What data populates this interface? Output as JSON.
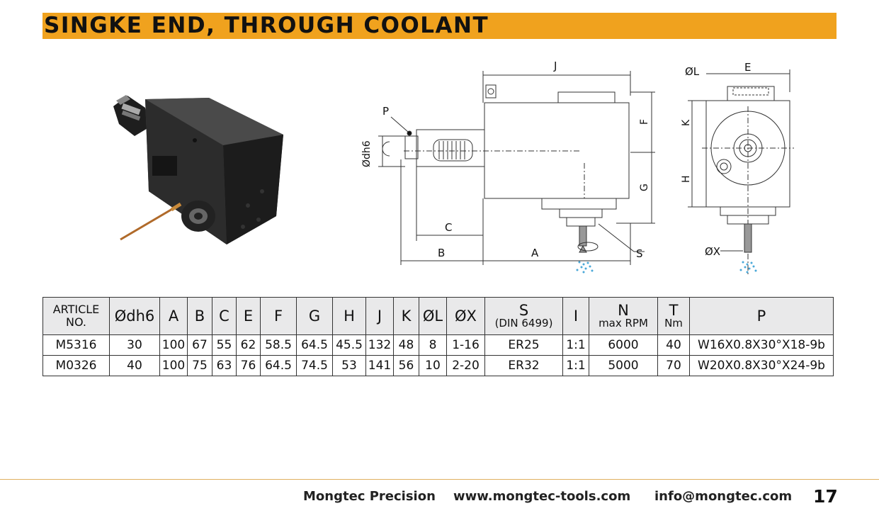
{
  "header": {
    "title": "SINGKE END, THROUGH COOLANT"
  },
  "drawing": {
    "labels": {
      "J": "J",
      "P": "P",
      "F": "F",
      "G": "G",
      "dh6": "Ødh6",
      "C": "C",
      "B": "B",
      "A": "A",
      "S": "S",
      "L": "ØL",
      "E": "E",
      "K": "K",
      "H": "H",
      "X": "ØX"
    }
  },
  "table": {
    "headers": {
      "article_1": "ARTICLE",
      "article_2": "NO.",
      "dh6": "Ødh6",
      "a": "A",
      "b": "B",
      "c": "C",
      "e": "E",
      "f": "F",
      "g": "G",
      "h": "H",
      "j": "J",
      "k": "K",
      "l": "ØL",
      "x": "ØX",
      "s_1": "S",
      "s_2": "(DIN 6499)",
      "i": "I",
      "n_1": "N",
      "n_2": "max RPM",
      "t_1": "T",
      "t_2": "Nm",
      "p": "P"
    },
    "rows": [
      [
        "M5316",
        "30",
        "100",
        "67",
        "55",
        "62",
        "58.5",
        "64.5",
        "45.5",
        "132",
        "48",
        "8",
        "1-16",
        "ER25",
        "1:1",
        "6000",
        "40",
        "W16X0.8X30°X18-9b"
      ],
      [
        "M0326",
        "40",
        "100",
        "75",
        "63",
        "76",
        "64.5",
        "74.5",
        "53",
        "141",
        "56",
        "10",
        "2-20",
        "ER32",
        "1:1",
        "5000",
        "70",
        "W20X0.8X30°X24-9b"
      ]
    ]
  },
  "footer": {
    "company": "Mongtec Precision",
    "website": "www.mongtec-tools.com",
    "email": "info@mongtec.com",
    "page": "17"
  }
}
